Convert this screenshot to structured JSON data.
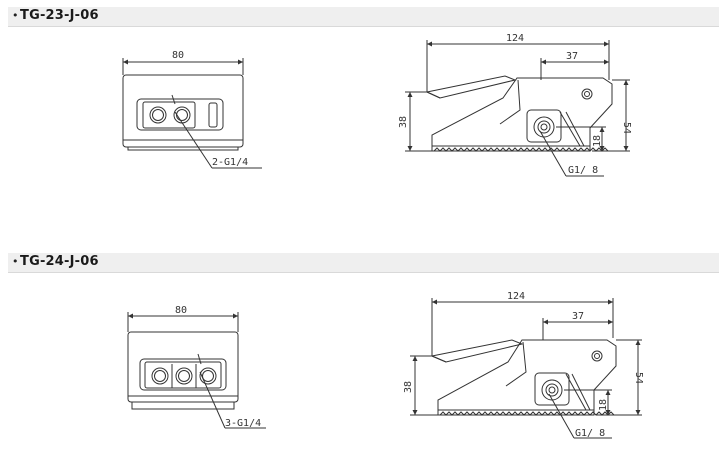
{
  "sections": [
    {
      "model": "TG-23-J-06",
      "top_view": {
        "width_dim": "80",
        "port_label": "2-G1/4"
      },
      "side_view": {
        "length_dim": "124",
        "offset_dim": "37",
        "height_dim": "54",
        "body_height_dim": "38",
        "port_height_dim": "18",
        "port_label": "G1/ 8"
      }
    },
    {
      "model": "TG-24-J-06",
      "top_view": {
        "width_dim": "80",
        "port_label": "3-G1/4"
      },
      "side_view": {
        "length_dim": "124",
        "offset_dim": "37",
        "height_dim": "54",
        "body_height_dim": "38",
        "port_height_dim": "18",
        "port_label": "G1/ 8"
      }
    }
  ]
}
